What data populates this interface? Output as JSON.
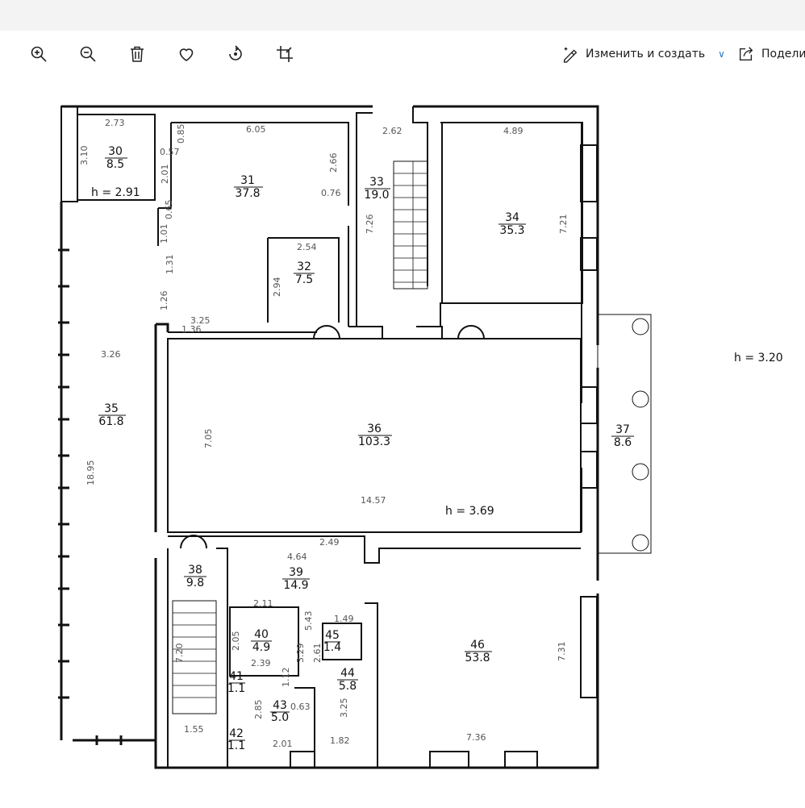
{
  "toolbar": {
    "zoom_in_icon": "zoom-in-icon",
    "zoom_out_icon": "zoom-out-icon",
    "delete_icon": "trash-icon",
    "favorite_icon": "heart-icon",
    "rotate_icon": "rotate-icon",
    "crop_icon": "crop-icon",
    "edit_create_label": "Изменить и создать",
    "share_label": "Подели"
  },
  "plan": {
    "heights": {
      "h1": "h  =  2.91",
      "h2": "h  =  3.69",
      "h3": "h  =  3.20"
    },
    "rooms": [
      {
        "id": "30",
        "area": "8.5"
      },
      {
        "id": "31",
        "area": "37.8"
      },
      {
        "id": "32",
        "area": "7.5"
      },
      {
        "id": "33",
        "area": "19.0"
      },
      {
        "id": "34",
        "area": "35.3"
      },
      {
        "id": "35",
        "area": "61.8"
      },
      {
        "id": "36",
        "area": "103.3"
      },
      {
        "id": "37",
        "area": "8.6"
      },
      {
        "id": "38",
        "area": "9.8"
      },
      {
        "id": "39",
        "area": "14.9"
      },
      {
        "id": "40",
        "area": "4.9"
      },
      {
        "id": "41",
        "area": "1.1"
      },
      {
        "id": "42",
        "area": "1.1"
      },
      {
        "id": "43",
        "area": "5.0"
      },
      {
        "id": "44",
        "area": "5.8"
      },
      {
        "id": "45",
        "area": "1.4"
      },
      {
        "id": "46",
        "area": "53.8"
      }
    ],
    "dims": {
      "d273": "2.73",
      "d310": "3.10",
      "d085": "0.85",
      "d057": "0.57",
      "d201a": "2.01",
      "d605": "6.05",
      "d266": "2.66",
      "d076": "0.76",
      "d065": "0.65",
      "d101": "1.01",
      "d131": "1.31",
      "d126": "1.26",
      "d325": "3.25",
      "d136": "1.36",
      "d254": "2.54",
      "d294": "2.94",
      "d262": "2.62",
      "d726": "7.26",
      "d489": "4.89",
      "d721": "7.21",
      "d326": "3.26",
      "d1895": "18.95",
      "d705": "7.05",
      "d1457": "14.57",
      "d249": "2.49",
      "d464": "4.64",
      "d211": "2.11",
      "d543": "5.43",
      "d149": "1.49",
      "d205": "2.05",
      "d239": "2.39",
      "d329": "3.29",
      "d261": "2.61",
      "d112": "1.12",
      "d285": "2.85",
      "d063": "0.63",
      "d325b": "3.25",
      "d720": "7.20",
      "d155": "1.55",
      "d201b": "2.01",
      "d182": "1.82",
      "d736": "7.36",
      "d731": "7.31"
    }
  }
}
